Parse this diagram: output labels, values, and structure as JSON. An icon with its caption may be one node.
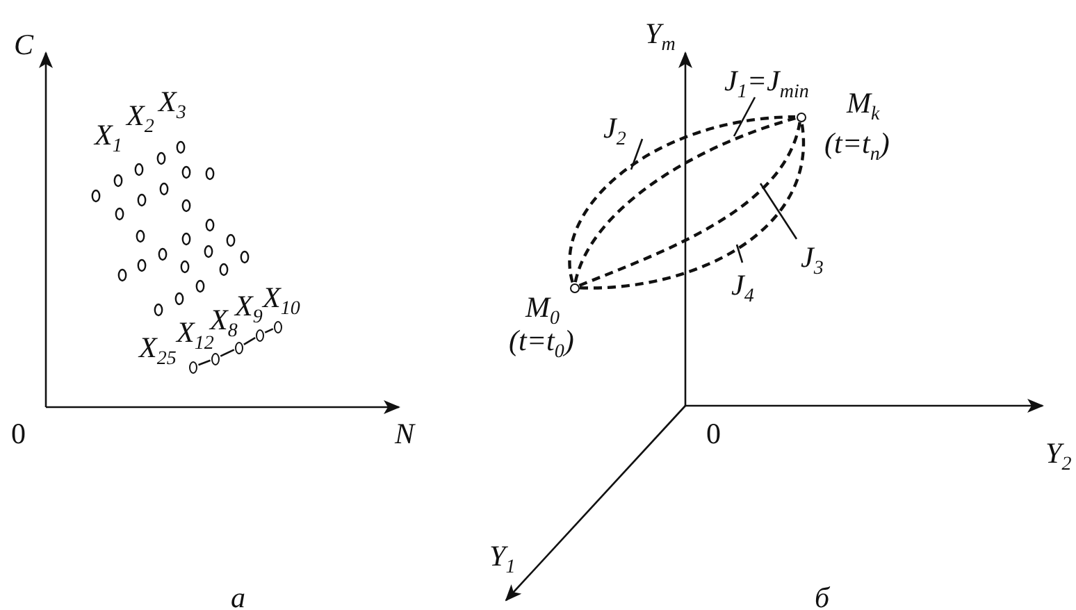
{
  "diagram": {
    "nodes": [
      {
        "text": [],
        "shape": "circle",
        "beside": [
          "X$_{25}$"
        ]
      },
      {
        "text": [],
        "shape": "circle",
        "beside": [
          "X$_{12}$"
        ]
      },
      {
        "text": [],
        "shape": "circle",
        "beside": [
          "X$_{8}$"
        ]
      },
      {
        "text": [],
        "shape": "circle",
        "beside": [
          "X$_{9}$"
        ]
      },
      {
        "text": [],
        "shape": "circle",
        "beside": [
          "X$_{10}$"
        ]
      },
      {
        "text": [
          "J$_{1}$=J$_{min}$"
        ]
      },
      {
        "text": [
          "J$_{2}$"
        ]
      },
      {
        "text": [],
        "shape": "circle",
        "beside": [
          "M$_{k}$",
          "(t=t$_{n}$)"
        ]
      },
      {
        "text": [
          "J$_{3}$"
        ]
      },
      {
        "text": [],
        "shape": "circle",
        "beside": [
          "M$_{0}$",
          "(t=t$_{0}$)"
        ]
      },
      {
        "text": [
          "J$_{4}$"
        ]
      }
    ],
    "edges": [
      {
        "from": 0,
        "to": 1,
        "arrow": "none"
      },
      {
        "from": 1,
        "to": 2,
        "arrow": "none"
      },
      {
        "from": 2,
        "to": 3,
        "arrow": "none"
      },
      {
        "from": 3,
        "to": 4,
        "arrow": "none"
      },
      {
        "from": 9,
        "to": 7,
        "arrow": "none",
        "style": "dashed"
      },
      {
        "from": 9,
        "to": 7,
        "arrow": "none",
        "style": "dashed"
      },
      {
        "from": 9,
        "to": 7,
        "arrow": "none",
        "style": "dashed"
      },
      {
        "from": 9,
        "to": 7,
        "arrow": "none",
        "style": "dashed"
      },
      {
        "from": 5,
        "to": null,
        "arrow": "none"
      },
      {
        "from": 6,
        "to": null,
        "arrow": "none"
      },
      {
        "from": 8,
        "to": null,
        "arrow": "none"
      },
      {
        "from": 10,
        "to": null,
        "arrow": "none"
      }
    ],
    "labels": [
      "C",
      "X$_{1}$",
      "X$_{2}$",
      "X$_{3}$",
      "0",
      "N",
      "а",
      "Y$_{m}$",
      "0",
      "Y$_{2}$",
      "Y$_{1}$",
      "б"
    ]
  }
}
